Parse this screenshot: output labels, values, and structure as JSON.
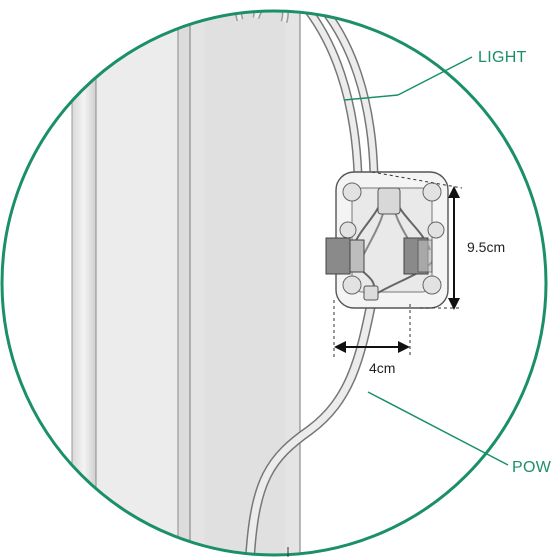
{
  "labels": {
    "light": "LIGHT",
    "power": "POWER",
    "height": "9.5cm",
    "width": "4cm"
  },
  "colors": {
    "accent": "#1a8f6a",
    "cable": "#e6e6e6",
    "outline": "#555555",
    "connector": "#8a8a8a"
  }
}
